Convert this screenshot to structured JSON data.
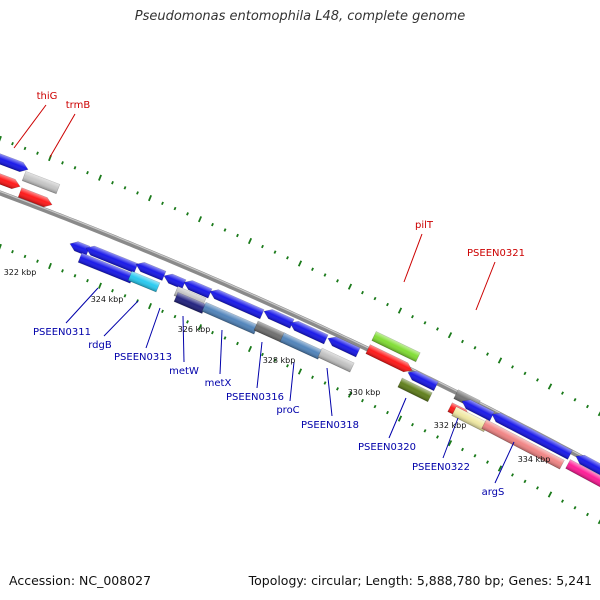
{
  "title": "Pseudomonas entomophila L48, complete genome",
  "accession": "Accession: NC_008027",
  "genome_info": {
    "topology": "Topology: circular;",
    "length": "Length: 5,888,780 bp;",
    "genes": "Genes: 5,241"
  },
  "colors": {
    "gene_blue": "#1010e8",
    "label_blue": "#0000aa",
    "label_red": "#cc0000",
    "tick_green": "#1a7a1a",
    "backbone": "#8a8a8a"
  },
  "ruler_labels": [
    "322 kbp",
    "324 kbp",
    "326 kbp",
    "328 kbp",
    "330 kbp",
    "332 kbp",
    "334 kbp"
  ],
  "genes_top": [
    "thiG",
    "trmB",
    "pilT",
    "PSEEN0321"
  ],
  "genes_bottom": [
    "PSEEN0311",
    "rdgB",
    "PSEEN0313",
    "metW",
    "metX",
    "PSEEN0316",
    "proC",
    "PSEEN0318",
    "PSEEN0320",
    "PSEEN0322",
    "argS"
  ]
}
